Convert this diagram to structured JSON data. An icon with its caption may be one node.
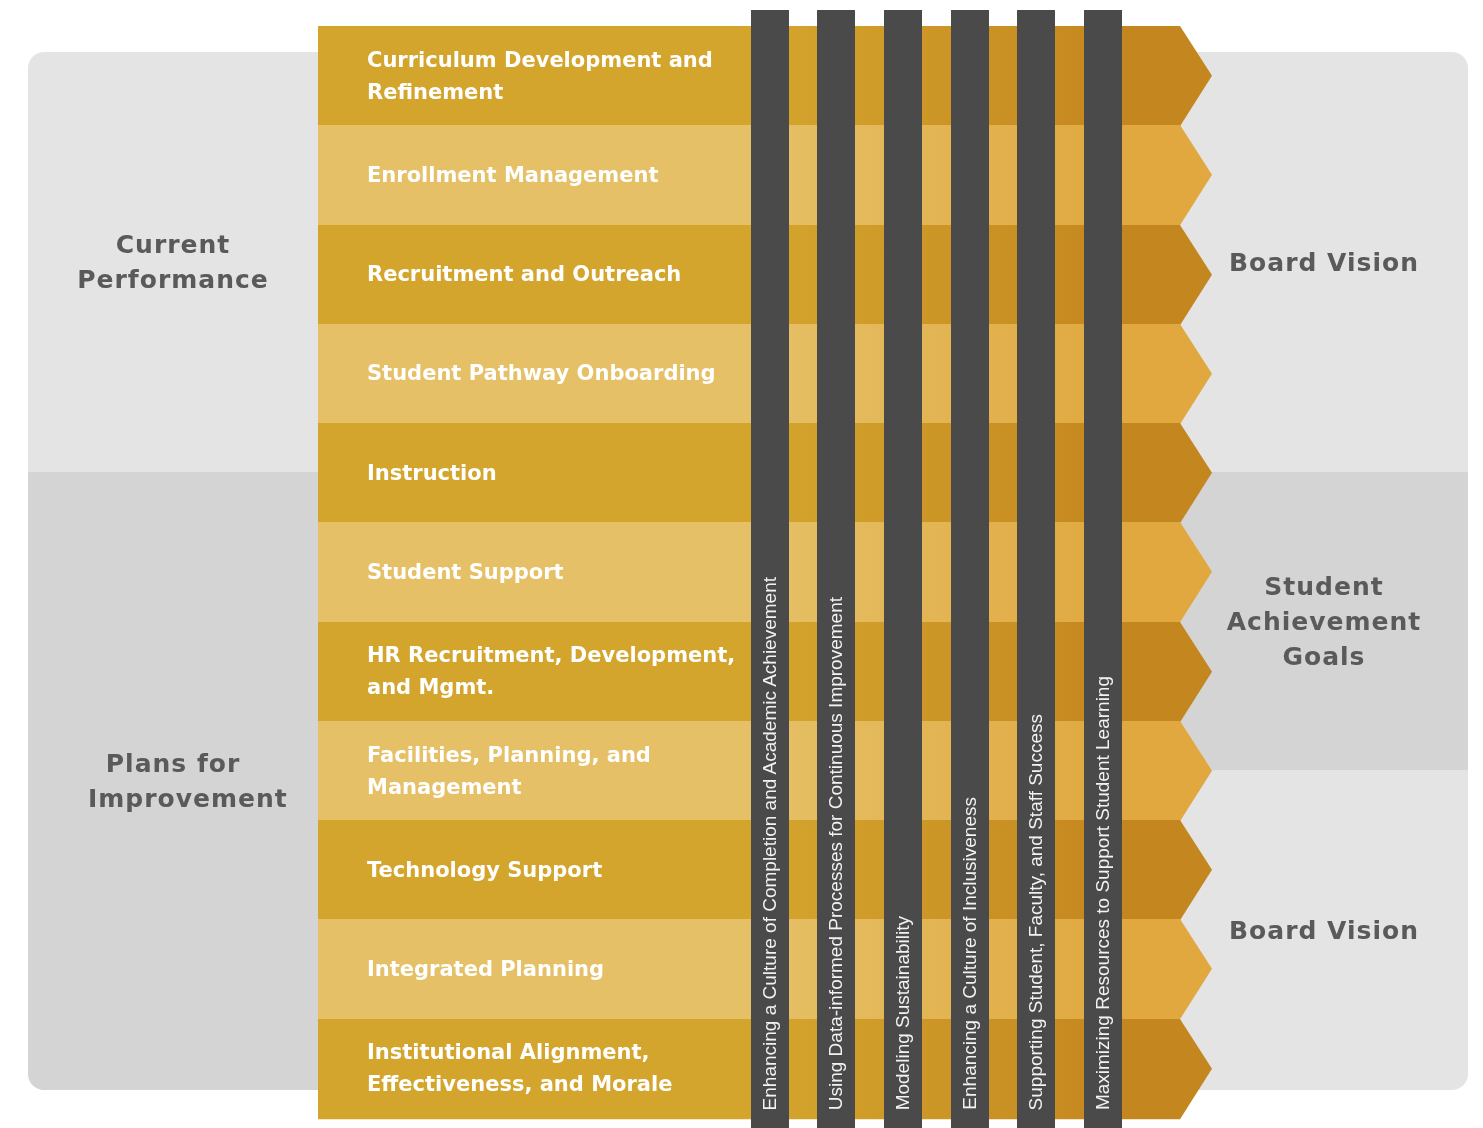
{
  "diagram": {
    "nodes": [
      {
        "text": [
          "Current Performance"
        ]
      },
      {
        "text": [
          "Plans for Improvement"
        ]
      },
      {
        "text": [
          "Curriculum Development and Refinement"
        ]
      },
      {
        "text": [
          "Enrollment Management"
        ]
      },
      {
        "text": [
          "Recruitment and Outreach"
        ]
      },
      {
        "text": [
          "Student Pathway Onboarding"
        ]
      },
      {
        "text": [
          "Instruction"
        ]
      },
      {
        "text": [
          "Student Support"
        ]
      },
      {
        "text": [
          "HR Recruitment, Development, and Mgmt."
        ]
      },
      {
        "text": [
          "Facilities, Planning, and Management"
        ]
      },
      {
        "text": [
          "Technology Support"
        ]
      },
      {
        "text": [
          "Integrated Planning"
        ]
      },
      {
        "text": [
          "Institutional Alignment, Effectiveness, and Morale"
        ]
      },
      {
        "text": [
          "Enhancing a Culture of Completion and Academic Achievement"
        ]
      },
      {
        "text": [
          "Using Data-informed Processes for Continuous Improvement"
        ]
      },
      {
        "text": [
          "Modeling Sustainability"
        ]
      },
      {
        "text": [
          "Enhancing a Culture of Inclusiveness"
        ]
      },
      {
        "text": [
          "Supporting Student, Faculty, and Staff Success"
        ]
      },
      {
        "text": [
          "Maximizing Resources to Support Student Learning"
        ]
      },
      {
        "text": [
          "Board Vision"
        ]
      },
      {
        "text": [
          "Student Achievement Goals"
        ]
      },
      {
        "text": [
          "Board Vision"
        ]
      }
    ]
  }
}
